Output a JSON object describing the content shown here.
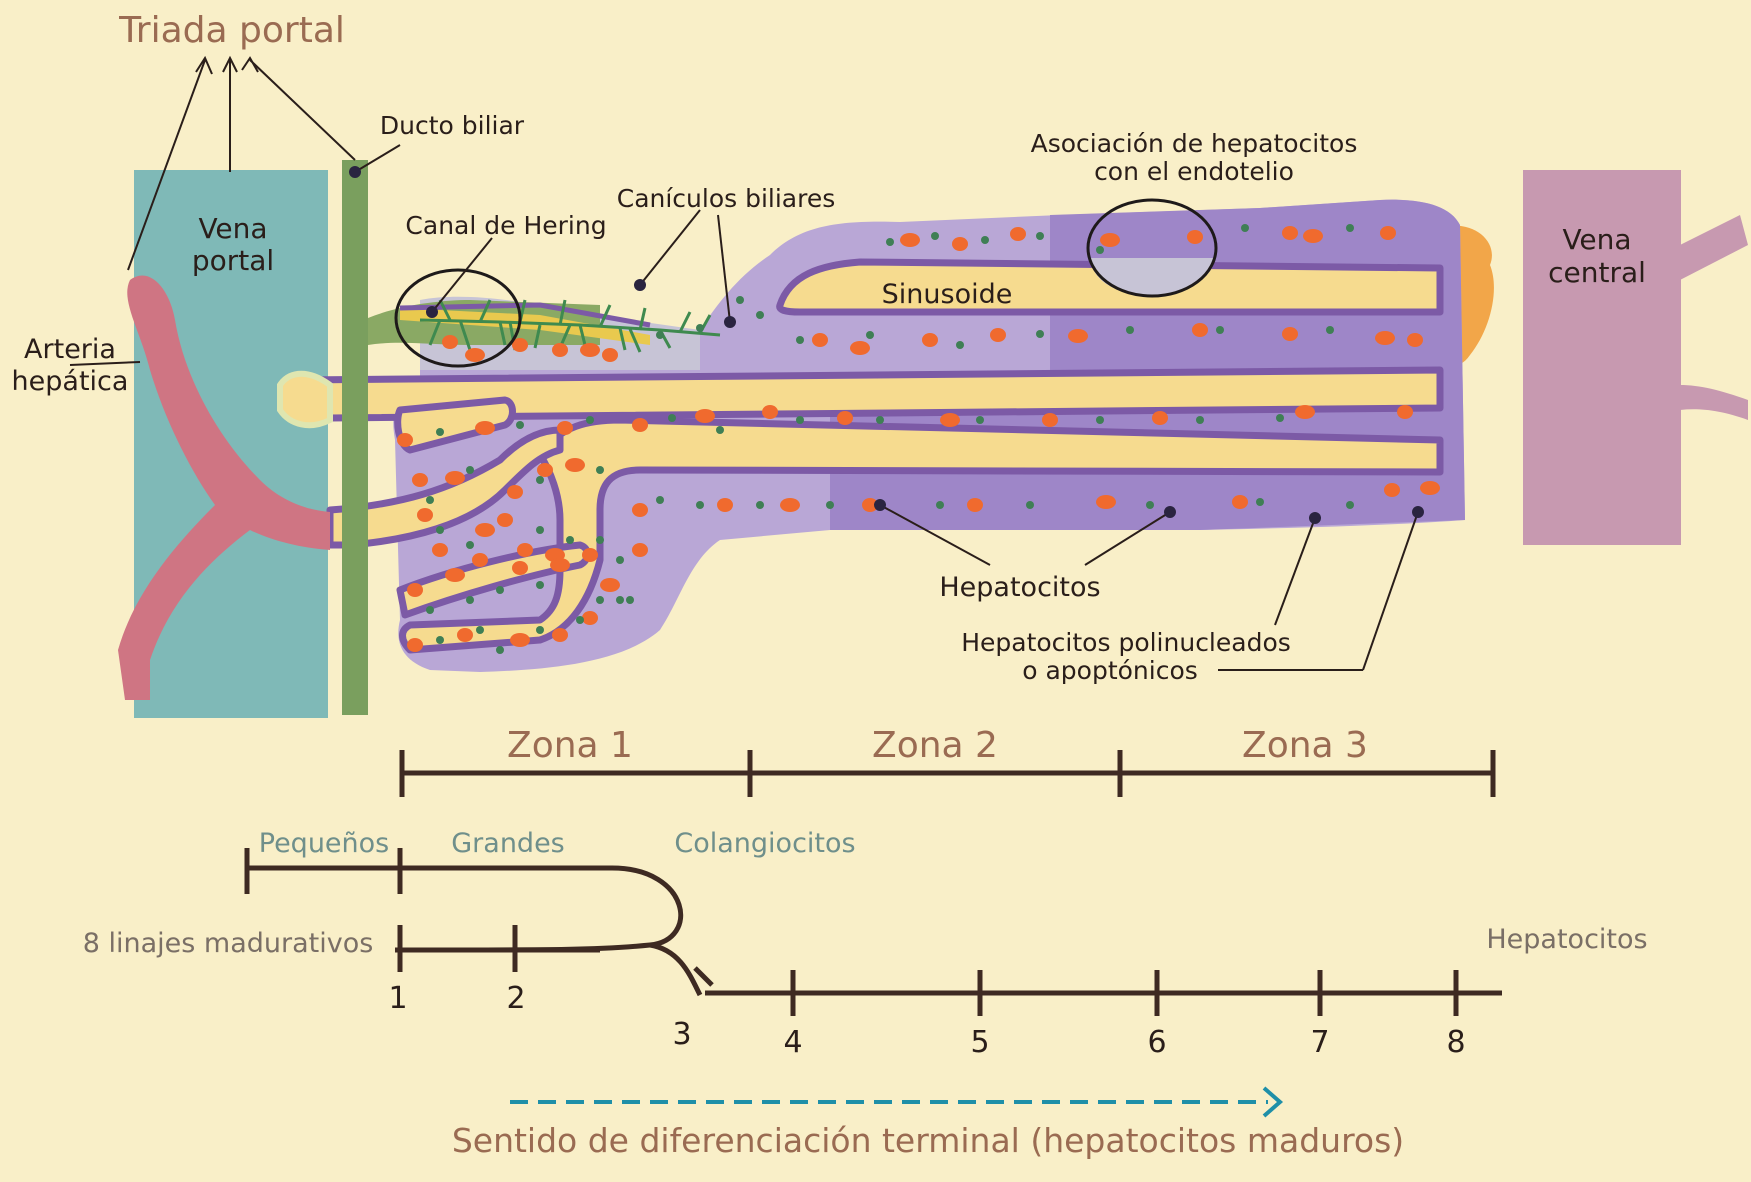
{
  "title": "Triada portal",
  "labels": {
    "vena_portal_1": "Vena",
    "vena_portal_2": "portal",
    "arteria_1": "Arteria",
    "arteria_2": "hepática",
    "ducto_biliar": "Ducto biliar",
    "canal_hering": "Canal de Hering",
    "caniculos": "Canículos biliares",
    "asociacion_1": "Asociación de hepatocitos",
    "asociacion_2": "con el endotelio",
    "sinusoide": "Sinusoide",
    "vena_central_1": "Vena",
    "vena_central_2": "central",
    "hepatocitos": "Hepatocitos",
    "polinucleados_1": "Hepatocitos polinucleados",
    "polinucleados_2": "o apoptónicos"
  },
  "zones": [
    "Zona 1",
    "Zona 2",
    "Zona 3"
  ],
  "lineage": {
    "pequenos": "Pequeños",
    "grandes": "Grandes",
    "colangiocitos": "Colangiocitos",
    "linajes": "8 linajes madurativos",
    "hepatocitos": "Hepatocitos",
    "numbers": [
      "1",
      "2",
      "3",
      "4",
      "5",
      "6",
      "7",
      "8"
    ]
  },
  "footer": "Sentido de diferenciación terminal (hepatocitos maduros)",
  "colors": {
    "background": "#f9efc8",
    "vena_portal": "#7fb9b7",
    "arteria": "#cf7583",
    "ducto": "#7a9f5e",
    "sinusoid": "#f6db8f",
    "lavender": "#b9a7d6",
    "purple_dark": "#7c5aa6",
    "nucleus": "#f06a2e",
    "dot_green": "#3f7f55",
    "vena_central": "#c799b0",
    "arrow": "#1f8fa8"
  }
}
